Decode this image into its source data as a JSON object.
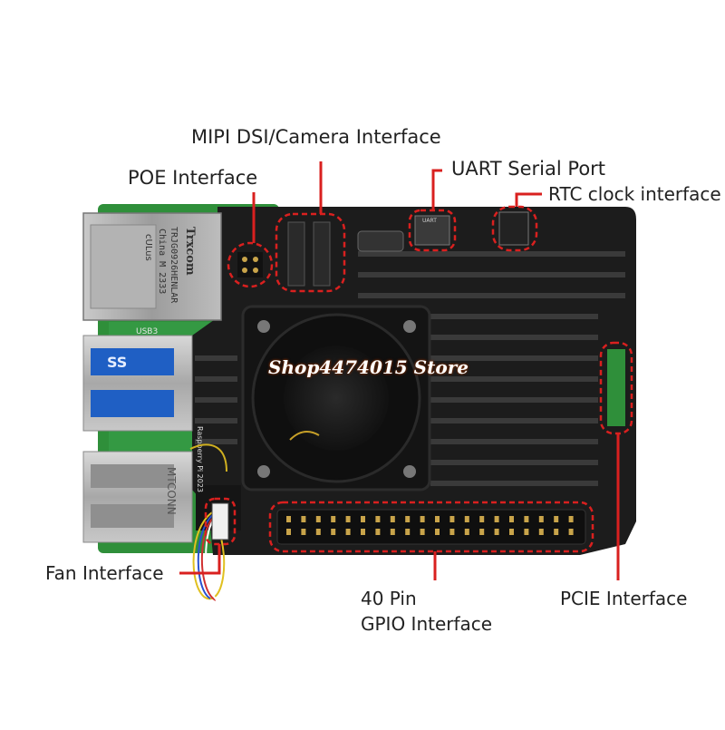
{
  "labels": {
    "mipi": "MIPI DSI/Camera Interface",
    "poe": "POE Interface",
    "uart": "UART Serial Port",
    "rtc": "RTC clock interface",
    "fan": "Fan Interface",
    "gpio_line1": "40 Pin",
    "gpio_line2": "GPIO Interface",
    "pcie": "PCIE Interface"
  },
  "watermark": "Shop4474015 Store",
  "board_markings": {
    "ethernet_brand": "Trxcom",
    "ethernet_model": "TRJG0926HENLAR",
    "ethernet_origin": "China  M  2333",
    "ethernet_ul": "cULus",
    "usb_port_label": "USB3",
    "mtconn_label": "MTCONN",
    "uart_tag": "UART",
    "board_text": "Raspberry Pi 2023",
    "usb_ss_logo": "SS"
  },
  "colors": {
    "callout_red": "#d9201f",
    "case_black": "#1c1c1c",
    "pcb_green": "#2f8f3a",
    "label_text": "#222222"
  }
}
